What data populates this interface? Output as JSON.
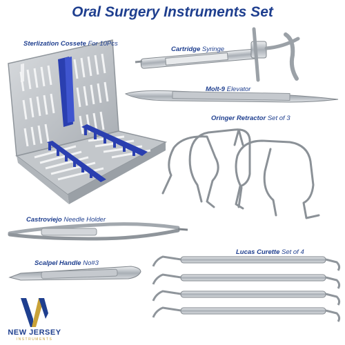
{
  "title": "Oral Surgery Instruments Set",
  "labels": {
    "cassette": {
      "bold": "Sterlization Cossete",
      "light": " For 10Pcs"
    },
    "syringe": {
      "bold": "Cartridge",
      "light": " Syringe"
    },
    "elevator": {
      "bold": "Molt-9",
      "light": " Elevator"
    },
    "retractor": {
      "bold": "Oringer Retractor",
      "light": " Set of 3"
    },
    "needle_holder": {
      "bold": "Castroviejo",
      "light": " Needle Holder"
    },
    "scalpel": {
      "bold": "Scalpel Handle",
      "light": " No#3"
    },
    "curette": {
      "bold": "Lucas Curette",
      "light": " Set of 4"
    }
  },
  "brand": {
    "name": "NEW JERSEY",
    "tagline": "INSTRUMENTS",
    "colors": {
      "navy": "#1f3f8f",
      "gold": "#c9a238"
    }
  },
  "colors": {
    "accent": "#1f3f8f",
    "steel": "#b9bec4",
    "blue_rack": "#2a3fb0"
  }
}
